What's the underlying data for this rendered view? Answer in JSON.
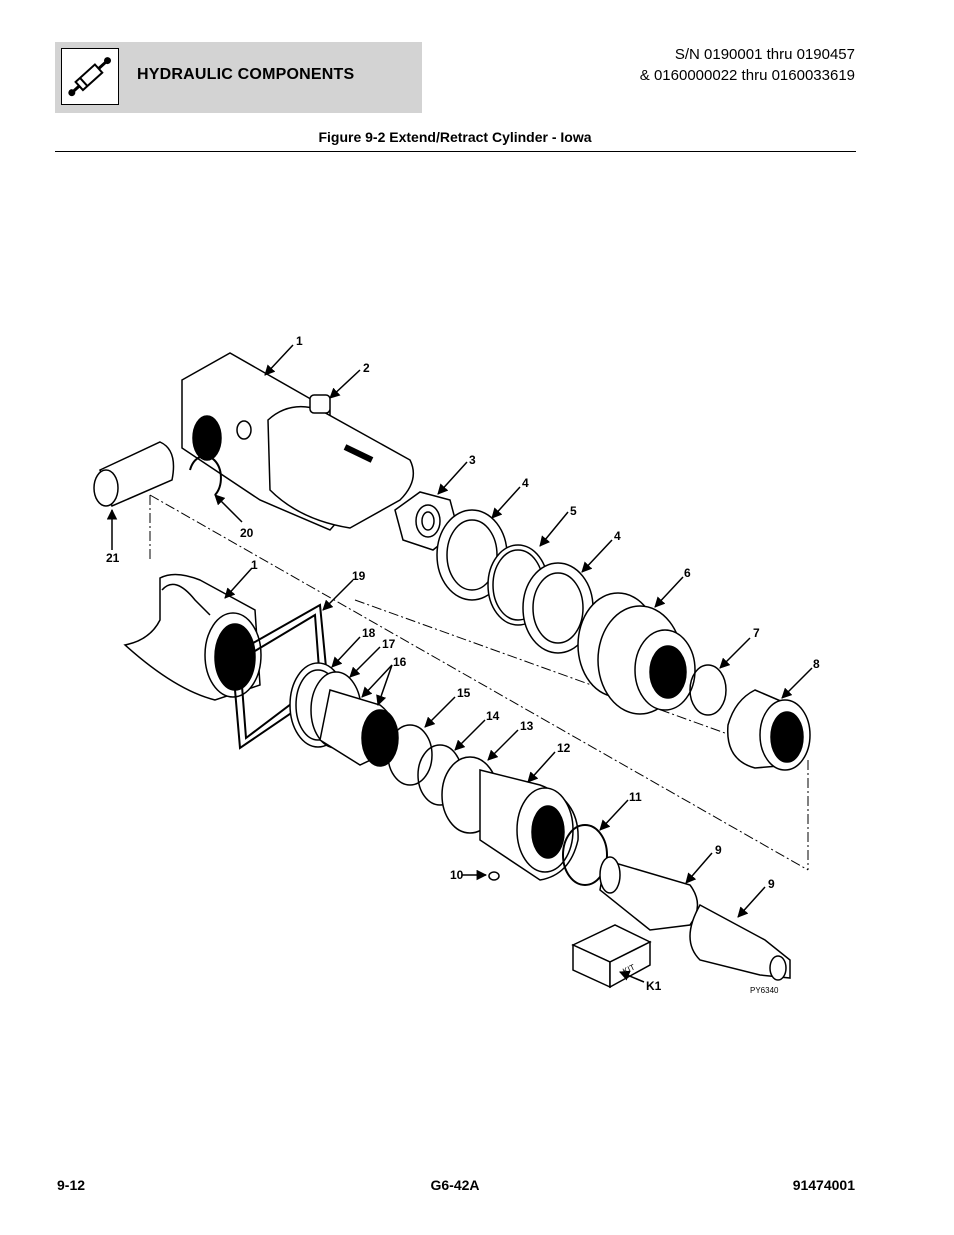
{
  "header": {
    "section_title": "HYDRAULIC COMPONENTS",
    "serial_line1": "S/N 0190001 thru 0190457",
    "serial_line2": "& 0160000022 thru 0160033619",
    "icon": "hydraulic-cylinder-icon"
  },
  "figure": {
    "title": "Figure 9-2 Extend/Retract Cylinder - Iowa",
    "drawing_code": "PY6340",
    "kit_label": "KIT",
    "callouts": {
      "c1a": "1",
      "c2": "2",
      "c3": "3",
      "c4a": "4",
      "c5": "5",
      "c4b": "4",
      "c6": "6",
      "c7": "7",
      "c8": "8",
      "c20": "20",
      "c21": "21",
      "c1b": "1",
      "c19": "19",
      "c18": "18",
      "c17": "17",
      "c16": "16",
      "c15": "15",
      "c14": "14",
      "c13": "13",
      "c12": "12",
      "c11": "11",
      "c9a": "9",
      "c9b": "9",
      "c10": "10",
      "k1": "K1"
    }
  },
  "footer": {
    "page": "9-12",
    "model": "G6-42A",
    "doc_number": "91474001"
  }
}
